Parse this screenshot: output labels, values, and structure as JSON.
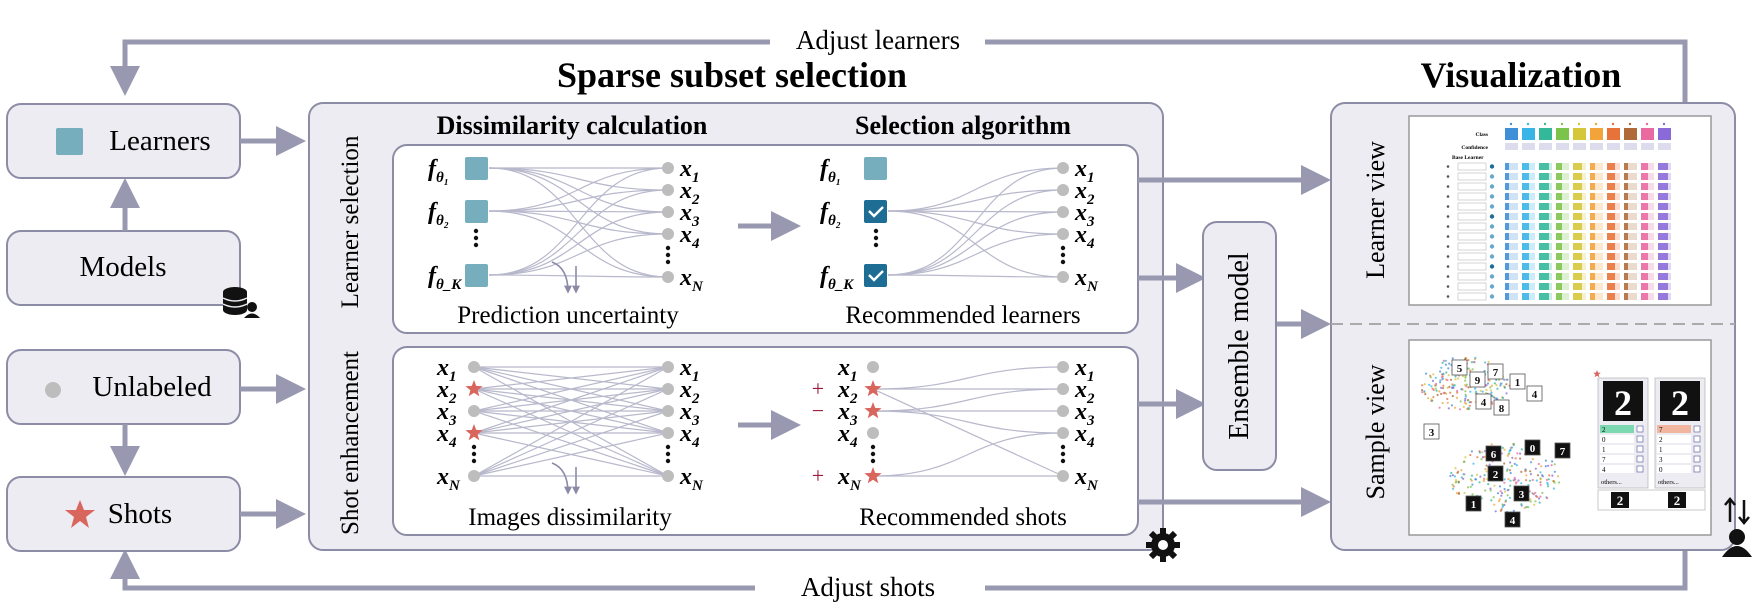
{
  "loop": {
    "adjust_learners": "Adjust learners",
    "adjust_shots": "Adjust shots"
  },
  "left": {
    "learners": "Learners",
    "models": "Models",
    "unlabeled": "Unlabeled",
    "shots": "Shots"
  },
  "sparse": {
    "title": "Sparse subset selection",
    "col_dissimilarity": "Dissimilarity calculation",
    "col_selection": "Selection algorithm",
    "row_learner": "Learner selection",
    "row_shot": "Shot enhancement",
    "learner_panel": {
      "caption_left": "Prediction uncertainty",
      "caption_right": "Recommended learners",
      "f_base": "f",
      "f_subs": [
        "θ₁",
        "θ₂",
        "θ_K"
      ],
      "x_base": "x",
      "x_subs": [
        "1",
        "2",
        "3",
        "4",
        "N"
      ]
    },
    "shot_panel": {
      "caption_left": "Images dissimilarity",
      "caption_right": "Recommended shots",
      "x_base": "x",
      "x_subs": [
        "1",
        "2",
        "3",
        "4",
        "N"
      ],
      "marks": [
        "",
        "+",
        "−",
        "",
        "+"
      ]
    }
  },
  "ensemble": "Ensemble model",
  "viz": {
    "title": "Visualization",
    "learner_view": "Learner view",
    "sample_view": "Sample view",
    "mini_header": {
      "row1": "Class",
      "row2": "Confidence",
      "base": "Base Learner",
      "dropdown": "others...",
      "digits": [
        "2",
        "0",
        "1",
        "7",
        "4"
      ],
      "digits2": [
        "7",
        "2",
        "1",
        "3",
        "0"
      ],
      "thumb_digits": [
        "5",
        "9",
        "7",
        "1",
        "4",
        "4",
        "8",
        "3",
        "6",
        "0",
        "7",
        "2",
        "3",
        "1",
        "4"
      ]
    }
  },
  "colors": {
    "box_fill": "#ececf2",
    "box_stroke": "#8c8ca6",
    "arrow": "#9898b0",
    "teal": "#77aebe",
    "teal_dark": "#1e6d94",
    "star": "#d9665c",
    "dot": "#bdbdbd",
    "plus": "#9b1c3a",
    "class_colors": [
      "#3f8fd8",
      "#38b4e6",
      "#33b89a",
      "#7cc34c",
      "#d6c63a",
      "#f2a33a",
      "#e8733a",
      "#b06a3a",
      "#e86aa0",
      "#8a6ad8"
    ]
  }
}
